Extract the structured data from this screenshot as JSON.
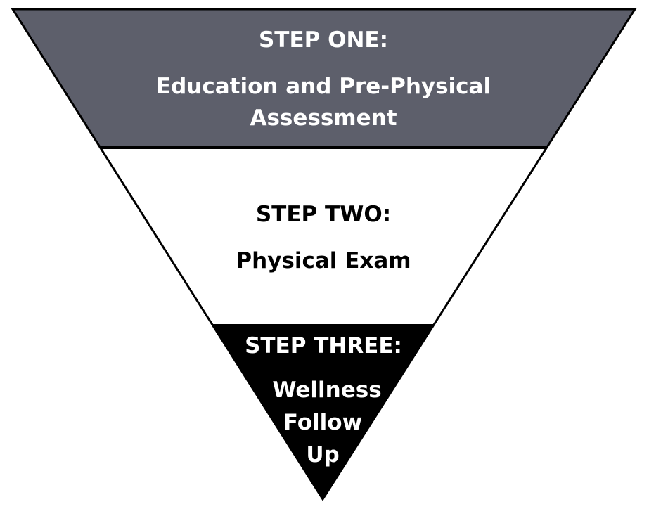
{
  "colors": {
    "step_one_fill": "#5d5f6b",
    "step_two_fill": "#ffffff",
    "step_three_fill": "#000000",
    "outline": "#000000"
  },
  "steps": [
    {
      "heading": "STEP ONE:",
      "lines": [
        "Education and Pre-Physical",
        "Assessment"
      ]
    },
    {
      "heading": "STEP TWO:",
      "lines": [
        "Physical Exam"
      ]
    },
    {
      "heading": "STEP THREE:",
      "lines": [
        "Wellness",
        "Follow",
        "Up"
      ]
    }
  ]
}
